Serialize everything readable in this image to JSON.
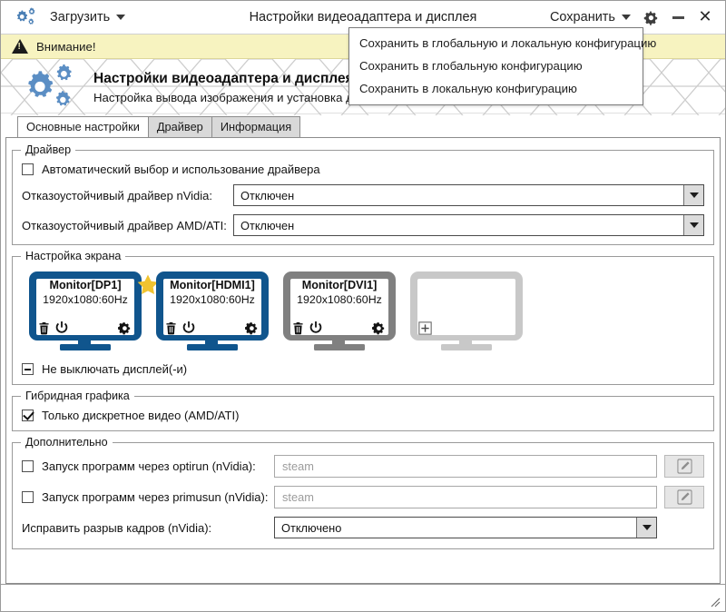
{
  "titlebar": {
    "logo_icon": "gears-icon",
    "load_menu_label": "Загрузить",
    "window_title": "Настройки видеоадаптера и дисплея",
    "save_menu_label": "Сохранить",
    "settings_icon": "gear-icon",
    "minimize_icon": "minimize-icon",
    "close_icon": "close-icon"
  },
  "save_dropdown": {
    "items": [
      {
        "label": "Сохранить в глобальную и локальную конфигурацию"
      },
      {
        "label": "Сохранить в глобальную конфигурацию"
      },
      {
        "label": "Сохранить в локальную конфигурацию"
      }
    ]
  },
  "warning": {
    "icon": "warning-triangle-icon",
    "text": "Внимание!"
  },
  "banner": {
    "icon": "gears-icon",
    "title": "Настройки видеоадаптера и дисплея",
    "subtitle": "Настройка вывода изображения и установка драйвера видеокарты"
  },
  "tabs": [
    {
      "label": "Основные настройки",
      "active": true
    },
    {
      "label": "Драйвер",
      "active": false
    },
    {
      "label": "Информация",
      "active": false
    }
  ],
  "driver_group": {
    "legend": "Драйвер",
    "auto_driver": {
      "label": "Автоматический выбор и использование драйвера",
      "checked": false
    },
    "nvidia": {
      "label": "Отказоустойчивый драйвер nVidia:",
      "value": "Отключен"
    },
    "amd": {
      "label": "Отказоустойчивый драйвер AMD/ATI:",
      "value": "Отключен"
    }
  },
  "screen_group": {
    "legend": "Настройка экрана",
    "monitors": [
      {
        "name": "Monitor[DP1]",
        "resolution": "1920x1080:60Hz",
        "state": "active",
        "primary": true,
        "icons": [
          "trash-icon",
          "power-icon",
          "gear-icon"
        ]
      },
      {
        "name": "Monitor[HDMI1]",
        "resolution": "1920x1080:60Hz",
        "state": "active",
        "primary": false,
        "icons": [
          "trash-icon",
          "power-icon",
          "gear-icon"
        ]
      },
      {
        "name": "Monitor[DVI1]",
        "resolution": "1920x1080:60Hz",
        "state": "disabled",
        "primary": false,
        "icons": [
          "trash-icon",
          "power-icon",
          "gear-icon"
        ]
      },
      {
        "name": "",
        "resolution": "",
        "state": "empty",
        "primary": false,
        "icons": [
          "plus-icon"
        ]
      }
    ],
    "keep_on": {
      "label": "Не выключать дисплей(-и)",
      "state": "indeterminate"
    }
  },
  "hybrid_group": {
    "legend": "Гибридная графика",
    "discrete_only": {
      "label": "Только дискретное видео (AMD/ATI)",
      "checked": true
    }
  },
  "advanced_group": {
    "legend": "Дополнительно",
    "optirun": {
      "label": "Запуск программ через optirun (nVidia):",
      "checked": false,
      "placeholder": "steam",
      "value": "",
      "edit_icon": "pencil-icon"
    },
    "primusun": {
      "label": "Запуск программ через primusun (nVidia):",
      "checked": false,
      "placeholder": "steam",
      "value": "",
      "edit_icon": "pencil-icon"
    },
    "tearfix": {
      "label": "Исправить разрыв кадров (nVidia):",
      "value": "Отключено"
    }
  },
  "statusbar": {
    "text": "",
    "grip_icon": "resize-grip-icon"
  },
  "colors": {
    "accent_blue": "#10558d",
    "monitor_disabled": "#808080",
    "monitor_empty": "#c8c8c8",
    "star_gold": "#f0c330",
    "warning_bg": "#f7f3c0",
    "tab_inactive": "#d9d9d9"
  }
}
